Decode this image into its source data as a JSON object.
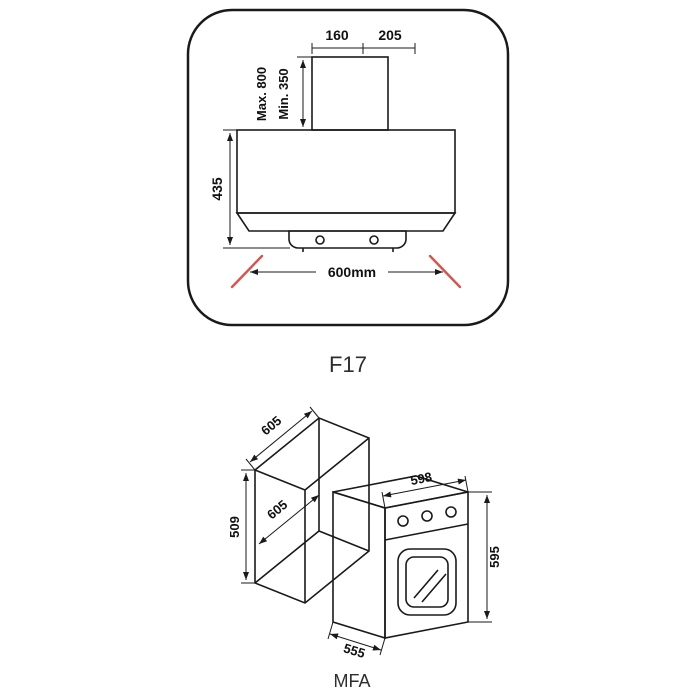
{
  "figure": {
    "type": "appliance-dimension-diagram",
    "colors": {
      "line": "#1a1a1a",
      "accent_red": "#d9534b",
      "background": "#ffffff"
    }
  },
  "hood": {
    "model_label": "F17",
    "dims": {
      "chimney_top_left": "160",
      "chimney_top_right": "205",
      "chimney_height_max": "Max. 800",
      "chimney_height_min": "Min. 350",
      "body_height": "435",
      "total_width": "600mm"
    }
  },
  "oven": {
    "model_label": "MFA",
    "niche_dims": {
      "top_depth": "605",
      "opening_width": "605",
      "opening_height": "509"
    },
    "oven_dims": {
      "width": "598",
      "height": "595",
      "depth": "555"
    }
  }
}
